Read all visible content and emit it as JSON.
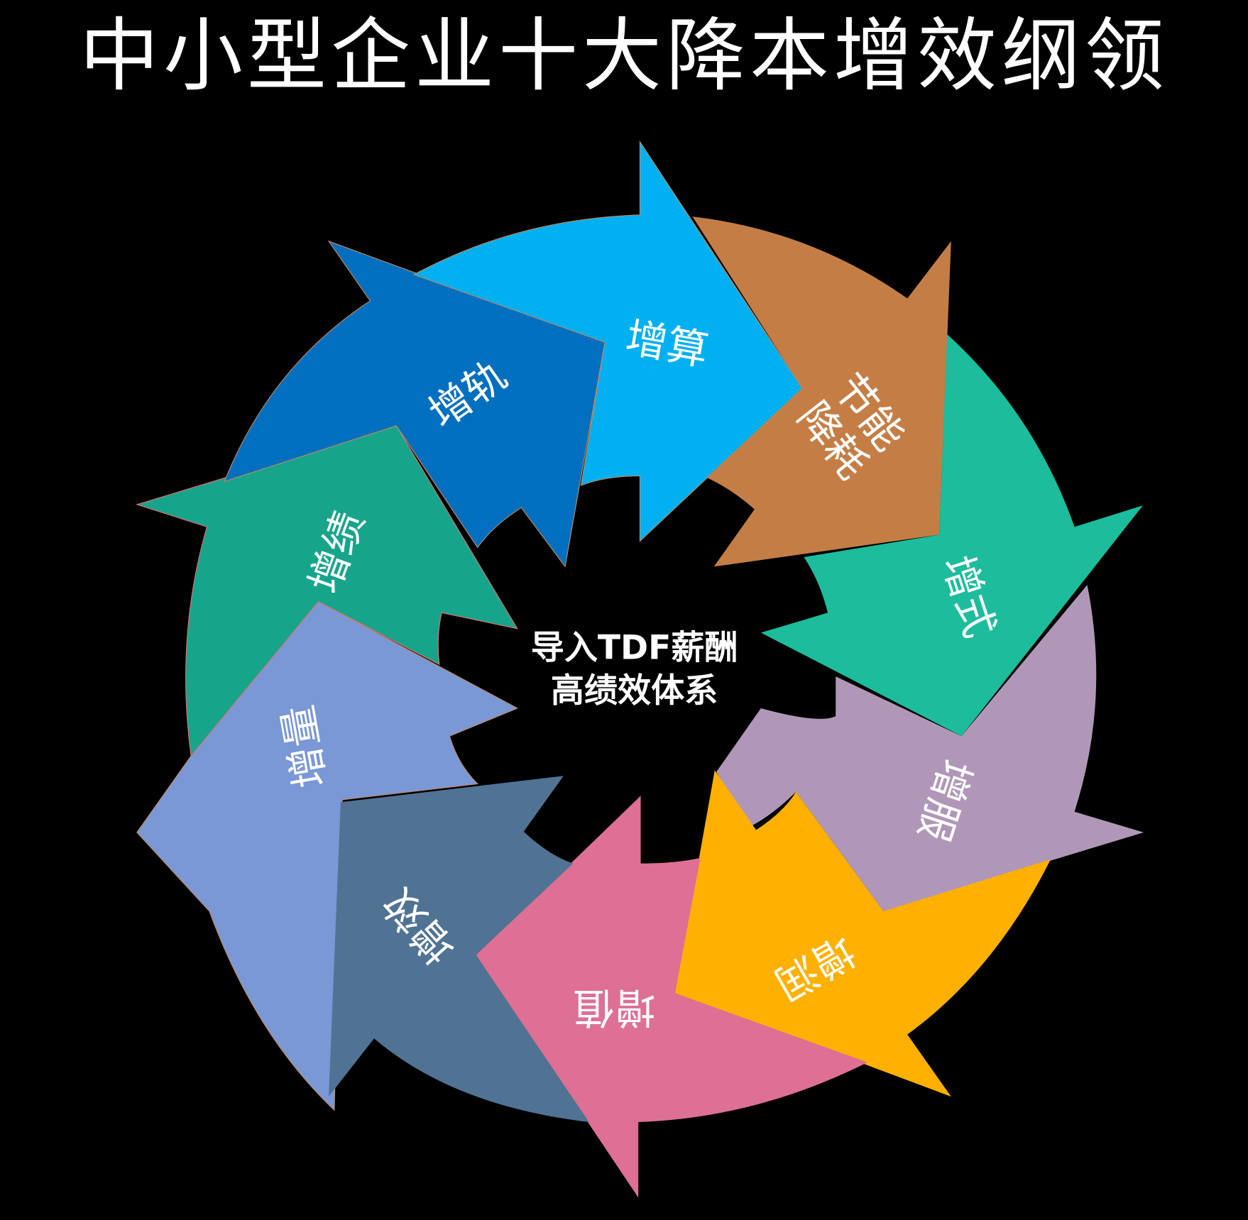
{
  "title": "中小型企业十大降本增效纲领",
  "center": {
    "line1": "导入TDF薪酬",
    "line2": "高绩效体系"
  },
  "colors": {
    "background": "#000000",
    "text": "#ffffff",
    "outline": "#b07a4a"
  },
  "segments": [
    {
      "id": "zengsuan",
      "label_lines": [
        "增算"
      ],
      "color": "#00b0f0"
    },
    {
      "id": "jieneng",
      "label_lines": [
        "节能",
        "降耗"
      ],
      "color": "#c47e45"
    },
    {
      "id": "zengshi",
      "label_lines": [
        "增式"
      ],
      "color": "#1cbc9c"
    },
    {
      "id": "zengfu",
      "label_lines": [
        "增服"
      ],
      "color": "#b097b8"
    },
    {
      "id": "zengrun",
      "label_lines": [
        "增润"
      ],
      "color": "#ffb000"
    },
    {
      "id": "zengzhi",
      "label_lines": [
        "增值"
      ],
      "color": "#dd7094"
    },
    {
      "id": "zengxiao",
      "label_lines": [
        "增效"
      ],
      "color": "#507394"
    },
    {
      "id": "zengliang",
      "label_lines": [
        "增量"
      ],
      "color": "#7a98d6"
    },
    {
      "id": "zengji",
      "label_lines": [
        "增绩"
      ],
      "color": "#16a58a"
    },
    {
      "id": "zenggui",
      "label_lines": [
        "增轨"
      ],
      "color": "#006fbf"
    }
  ]
}
